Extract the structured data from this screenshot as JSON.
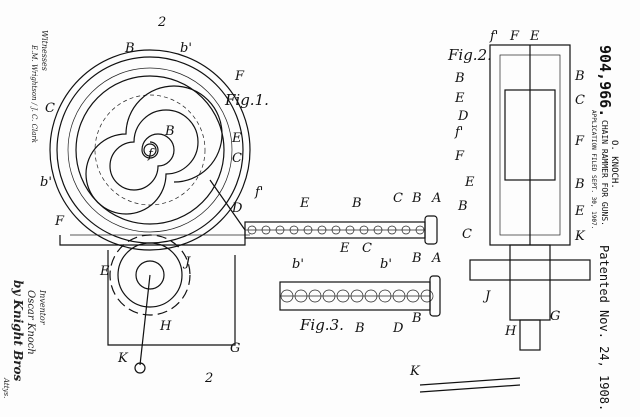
{
  "header": {
    "patent_number": "904,966.",
    "inventor_name": "O. KNOCH.",
    "title": "CHAIN RAMMER FOR GUNS.",
    "application": "APPLICATION FILED SEPT. 30, 1907.",
    "patented": "Patented Nov. 24, 1908."
  },
  "figures": {
    "fig1": "Fig.1.",
    "fig2": "Fig.2.",
    "fig3": "Fig.3."
  },
  "section_marks": {
    "top": "2",
    "bottom": "2"
  },
  "labels": {
    "fig1": [
      "B",
      "b'",
      "F",
      "C",
      "B",
      "f",
      "E",
      "C",
      "b'",
      "F",
      "f'",
      "D",
      "E",
      "J",
      "H",
      "K",
      "G",
      "E",
      "B",
      "b'",
      "C",
      "B",
      "A",
      "b'",
      "B",
      "A"
    ],
    "fig2": [
      "f'",
      "F",
      "E",
      "B",
      "B",
      "E",
      "C",
      "D",
      "f'",
      "F",
      "F",
      "E",
      "B",
      "B",
      "C",
      "E",
      "K",
      "J",
      "H",
      "G",
      "K"
    ],
    "fig3": [
      "E",
      "C",
      "B",
      "D",
      "B"
    ]
  },
  "signatures": {
    "witnesses_label": "Witnesses",
    "witness_names": "E.M. Wrightson / J. C. Clark",
    "inventor_label": "Inventor",
    "inventor_signature": "Oscar Knoch",
    "attorney_signature": "by Knight Bros",
    "attorney_suffix": "Attys."
  }
}
